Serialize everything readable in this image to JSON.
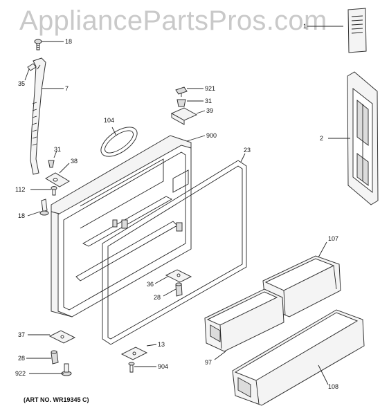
{
  "watermark": "AppliancePartsPros.com",
  "art_number": "(ART NO. WR19345 C)",
  "callouts": {
    "c1": "1",
    "c2": "2",
    "c7": "7",
    "c13": "13",
    "c18a": "18",
    "c18b": "18",
    "c23": "23",
    "c28a": "28",
    "c28b": "28",
    "c31a": "31",
    "c31b": "31",
    "c35": "35",
    "c36": "36",
    "c37": "37",
    "c38": "38",
    "c39": "39",
    "c97": "97",
    "c104": "104",
    "c107": "107",
    "c108": "108",
    "c112": "112",
    "c900": "900",
    "c904": "904",
    "c921": "921",
    "c922": "922"
  }
}
